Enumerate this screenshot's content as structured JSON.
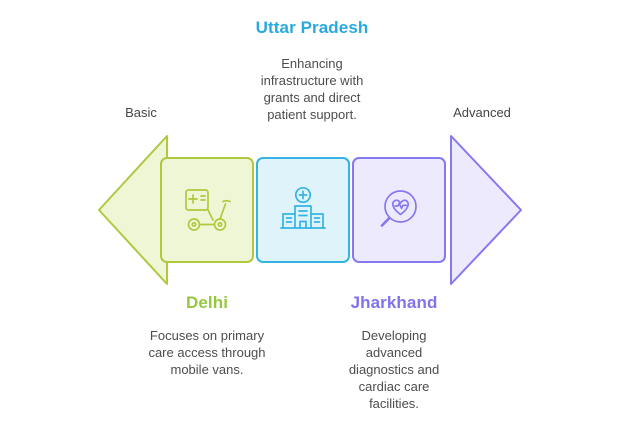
{
  "axis": {
    "left_label": "Basic",
    "right_label": "Advanced"
  },
  "stages": [
    {
      "name": "Delhi",
      "description": "Focuses on primary care access through mobile vans.",
      "icon": "mobile-medical-van-icon"
    },
    {
      "name": "Uttar Pradesh",
      "description": "Enhancing infrastructure with grants and direct patient support.",
      "icon": "hospital-building-icon"
    },
    {
      "name": "Jharkhand",
      "description": "Developing advanced diagnostics and cardiac care facilities.",
      "icon": "cardiac-diagnostics-icon"
    }
  ],
  "colors": {
    "green_stroke": "#aec93e",
    "green_fill": "#eff6d6",
    "cyan_stroke": "#35b4e4",
    "cyan_fill": "#dff3fb",
    "purple_stroke": "#8678f0",
    "purple_fill": "#edeafd",
    "title_cyan": "#29a9e0",
    "title_green": "#94c83e",
    "title_purple": "#8172f0",
    "body_text": "#4d4d4d"
  }
}
